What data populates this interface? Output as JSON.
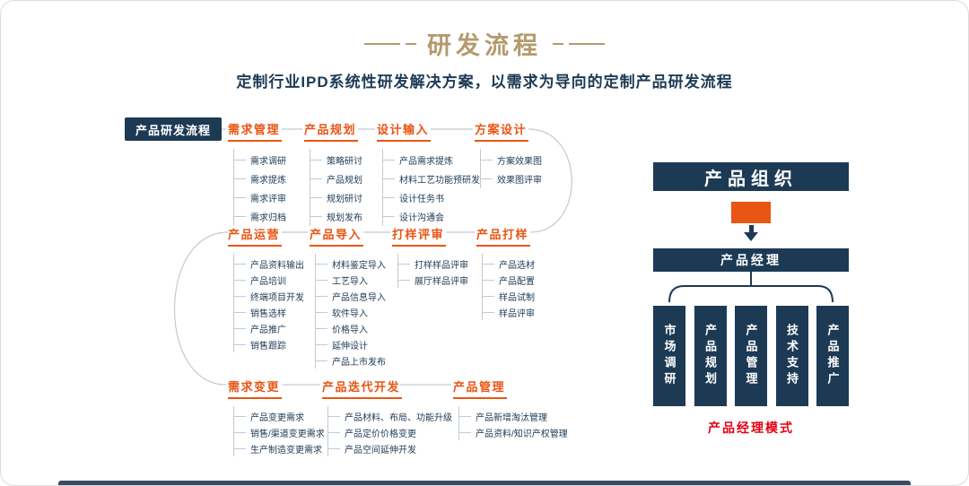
{
  "page": {
    "title": "研发流程",
    "subtitle": "定制行业IPD系统性研发解决方案，以需求为导向的定制产品研发流程"
  },
  "flow": {
    "root_label": "产品研发流程",
    "rows": [
      {
        "stages": [
          {
            "title": "需求管理",
            "items": [
              "需求调研",
              "需求提炼",
              "需求评审",
              "需求归档"
            ]
          },
          {
            "title": "产品规划",
            "items": [
              "策略研讨",
              "产品规划",
              "规划研讨",
              "规划发布"
            ]
          },
          {
            "title": "设计输入",
            "items": [
              "产品需求提炼",
              "材料工艺功能预研发",
              "设计任务书",
              "设计沟通会"
            ]
          },
          {
            "title": "方案设计",
            "items": [
              "方案效果图",
              "效果图评审"
            ]
          }
        ]
      },
      {
        "stages": [
          {
            "title": "产品运营",
            "items": [
              "产品资料输出",
              "产品培训",
              "终端项目开发",
              "销售选样",
              "产品推广",
              "销售跟踪"
            ]
          },
          {
            "title": "产品导入",
            "items": [
              "材料鉴定导入",
              "工艺导入",
              "产品信息导入",
              "软件导入",
              "价格导入",
              "延伸设计",
              "产品上市发布"
            ]
          },
          {
            "title": "打样评审",
            "items": [
              "打样样品评审",
              "展厅样品评审"
            ]
          },
          {
            "title": "产品打样",
            "items": [
              "产品选材",
              "产品配置",
              "样品试制",
              "样品评审"
            ]
          }
        ]
      },
      {
        "stages": [
          {
            "title": "需求变更",
            "items": [
              "产品变更需求",
              "销售/渠道变更需求",
              "生产制造变更需求"
            ]
          },
          {
            "title": "产品迭代开发",
            "items": [
              "产品材料、布局、功能升级",
              "产品定价价格变更",
              "产品空间延伸开发"
            ]
          },
          {
            "title": "产品管理",
            "items": [
              "产品新增淘汰管理",
              "产品资料/知识产权管理"
            ]
          }
        ]
      }
    ]
  },
  "org": {
    "header": "产品组织",
    "manager": "产品经理",
    "departments": [
      "市场调研",
      "产品规划",
      "产品管理",
      "技术支持",
      "产品推广"
    ],
    "caption": "产品经理模式"
  },
  "colors": {
    "navy": "#1d3a55",
    "orange": "#e95513",
    "gold": "#b49a6d",
    "red": "#e60012",
    "line": "#c3c9d3"
  }
}
